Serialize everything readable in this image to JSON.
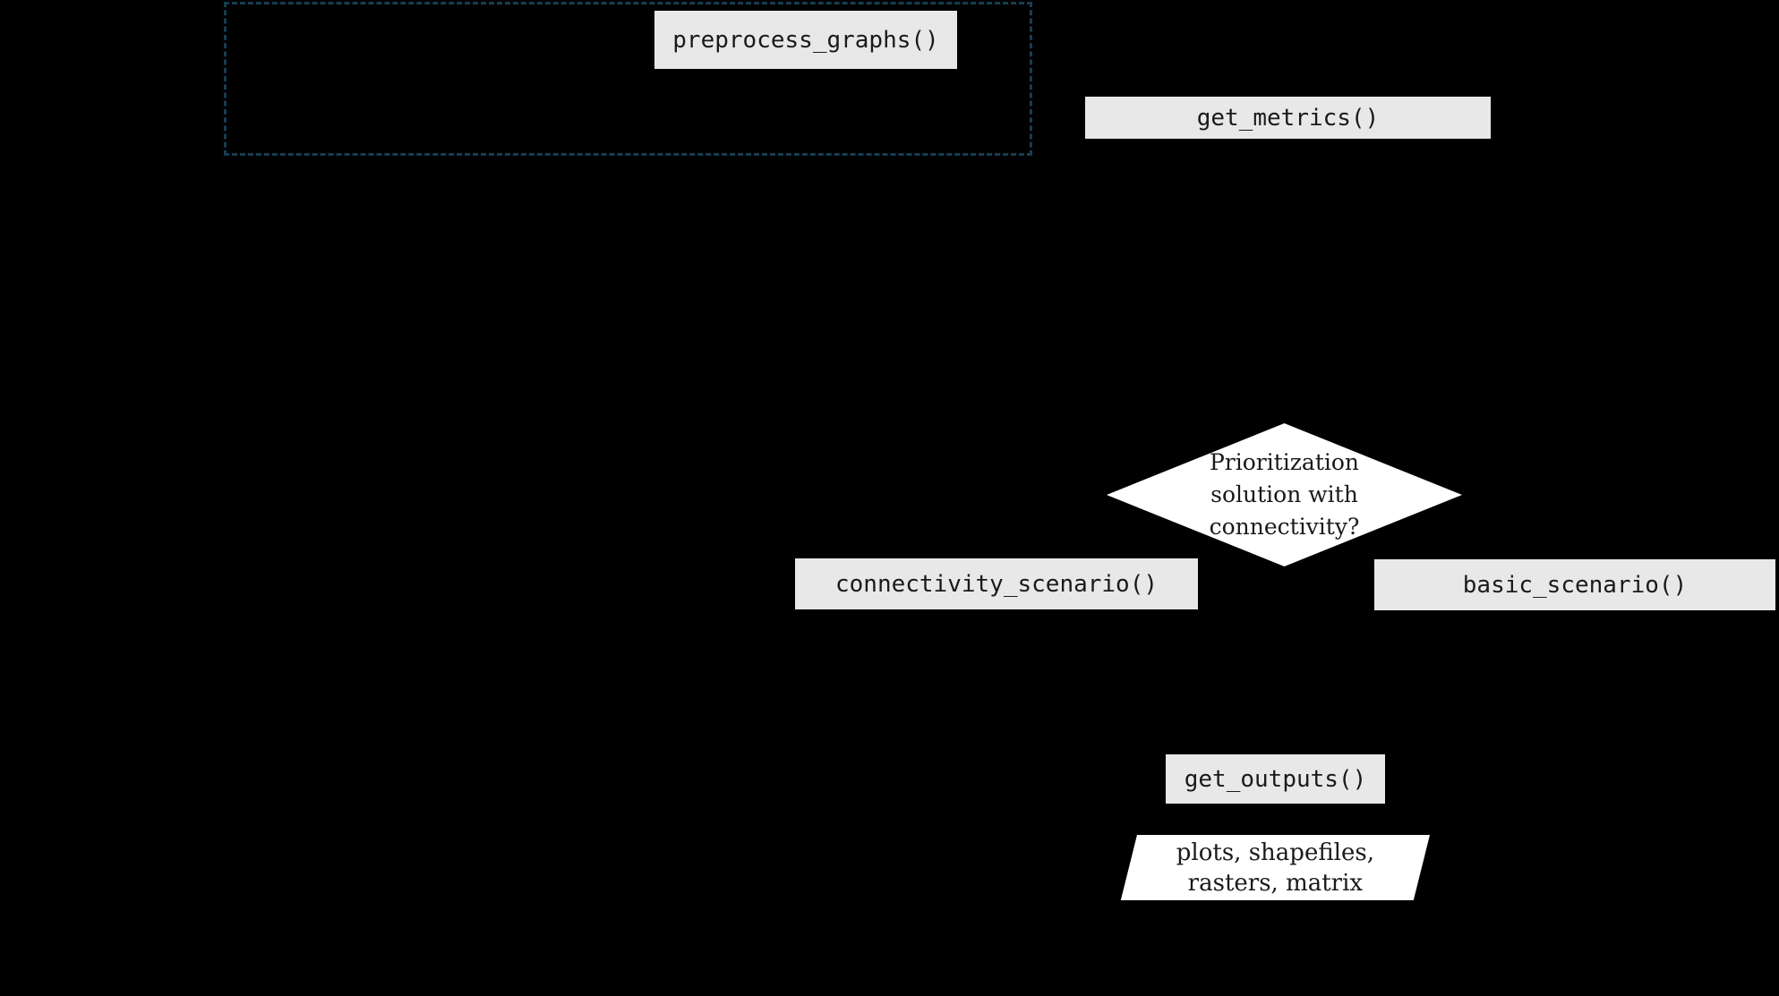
{
  "colors": {
    "canvas_bg": "#000000",
    "box_fill": "#e8e8e8",
    "shape_fill": "#ffffff",
    "text": "#1a1a1a",
    "dashed_border": "#173d50"
  },
  "nodes": {
    "preprocess": {
      "label": "preprocess_graphs()"
    },
    "get_metrics": {
      "label": "get_metrics()"
    },
    "decision": {
      "lines": [
        "Prioritization",
        "solution with",
        "connectivity?"
      ]
    },
    "connectivity_scenario": {
      "label": "connectivity_scenario()"
    },
    "basic_scenario": {
      "label": "basic_scenario()"
    },
    "get_outputs": {
      "label": "get_outputs()"
    },
    "outputs": {
      "lines": [
        "plots, shapefiles,",
        "rasters, matrix"
      ]
    }
  }
}
